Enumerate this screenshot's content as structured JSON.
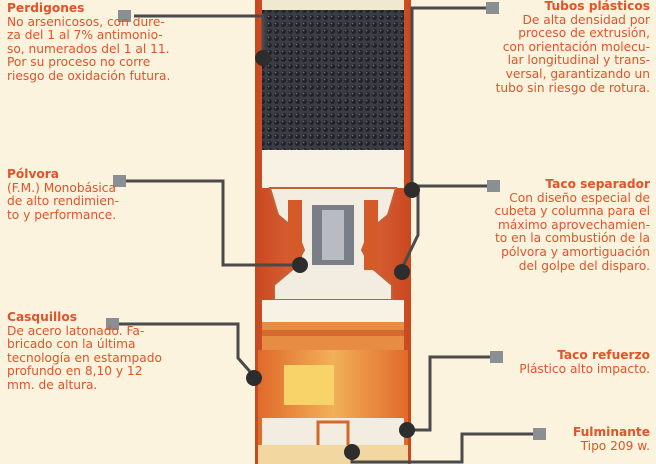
{
  "labels": {
    "perdigones": {
      "title": "Perdigones",
      "body": "No arsenicosos, con dure-\nza del 1 al 7% antimonio-\nso, numerados del 1 al 11.\nPor su proceso no corre\nriesgo de oxidación futura."
    },
    "polvora": {
      "title": "Pólvora",
      "body": "(F.M.) Monobásica\nde alto rendimien-\nto y performance."
    },
    "casquillos": {
      "title": "Casquillos",
      "body": "De acero latonado. Fa-\nbricado con la última\ntecnología en estampado\nprofundo en 8,10 y 12\nmm. de altura."
    },
    "tubos": {
      "title": "Tubos plásticos",
      "body": "De alta densidad por\nproceso de extrusión,\ncon orientación molecu-\nlar longitudinal y trans-\nversal, garantizando un\ntubo sin riesgo de rotura."
    },
    "taco_separador": {
      "title": "Taco separador",
      "body": "Con diseño especial de\ncubeta y columna para el\nmáximo aprovechamien-\nto en la combustión de la\npólvora y amortiguación\ndel golpe del disparo."
    },
    "taco_refuerzo": {
      "title": "Taco refuerzo",
      "body": "Plástico alto impacto."
    },
    "fulminante": {
      "title": "Fulminante",
      "body": "Tipo 209 w."
    }
  },
  "colors": {
    "text": "#e0542a",
    "marker": "#8a8f93",
    "leader": "#4a4a4a",
    "shell_red": "#cf5a2c",
    "shot": "#2a2d33",
    "brass": "#e8a24a"
  },
  "icons": [
    "label-marker-square",
    "leader-dot"
  ]
}
